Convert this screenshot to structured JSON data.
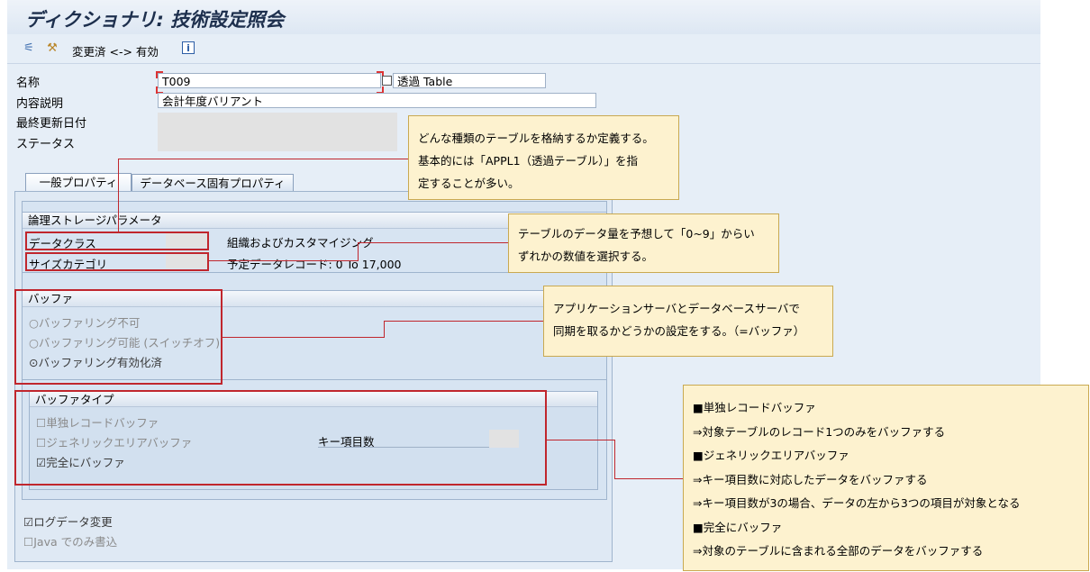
{
  "window": {
    "title": "ディクショナリ: 技術設定照会"
  },
  "toolbar": {
    "text": "変更済 <-> 有効"
  },
  "header_fields": {
    "name_label": "名称",
    "name_value": "T009",
    "table_type": "透過 Table",
    "desc_label": "内容説明",
    "desc_value": "会計年度バリアント",
    "lastupdate_label": "最終更新日付",
    "status_label": "ステータス"
  },
  "tabs": [
    {
      "label": "一般プロパティ"
    },
    {
      "label": "データベース固有プロパティ"
    }
  ],
  "storage": {
    "title": "論理ストレージパラメータ",
    "dataclass_label": "データクラス",
    "dataclass_text": "組織およびカスタマイジング",
    "sizecat_label": "サイズカテゴリ",
    "sizecat_text": "予定データレコード: 0 To 17,000"
  },
  "buffer": {
    "title": "バッファ",
    "options": [
      {
        "label": "バッファリング不可",
        "selected": false
      },
      {
        "label": "バッファリング可能 (スイッチオフ)",
        "selected": false
      },
      {
        "label": "バッファリング有効化済",
        "selected": true
      }
    ]
  },
  "buffer_type": {
    "title": "バッファタイプ",
    "options": [
      {
        "label": "単独レコードバッファ",
        "checked": false
      },
      {
        "label": "ジェネリックエリアバッファ",
        "checked": false
      },
      {
        "label": "完全にバッファ",
        "checked": true
      }
    ],
    "key_count_label": "キー項目数"
  },
  "footer_checks": [
    {
      "label": "ログデータ変更",
      "checked": true
    },
    {
      "label": "Java でのみ書込",
      "checked": false
    }
  ],
  "callouts": {
    "c1": [
      "どんな種類のテーブルを格納するか定義する。",
      "基本的には「APPL1（透過テーブル）」を指",
      "定することが多い。"
    ],
    "c2": [
      "テーブルのデータ量を予想して「0~9」からい",
      "ずれかの数値を選択する。"
    ],
    "c3": [
      "アプリケーションサーバとデータベースサーバで",
      "同期を取るかどうかの設定をする。（=バッファ）"
    ],
    "c4": [
      "■単独レコードバッファ",
      "⇒対象テーブルのレコード1つのみをバッファする",
      "■ジェネリックエリアバッファ",
      "⇒キー項目数に対応したデータをバッファする",
      "⇒キー項目数が3の場合、データの左から3つの項目が対象となる",
      "■完全にバッファ",
      "⇒対象のテーブルに含まれる全部のデータをバッファする"
    ]
  },
  "colors": {
    "accent_red": "#c0262d",
    "callout_bg": "#fdf2cf",
    "sap_bg": "#e6eef7"
  }
}
